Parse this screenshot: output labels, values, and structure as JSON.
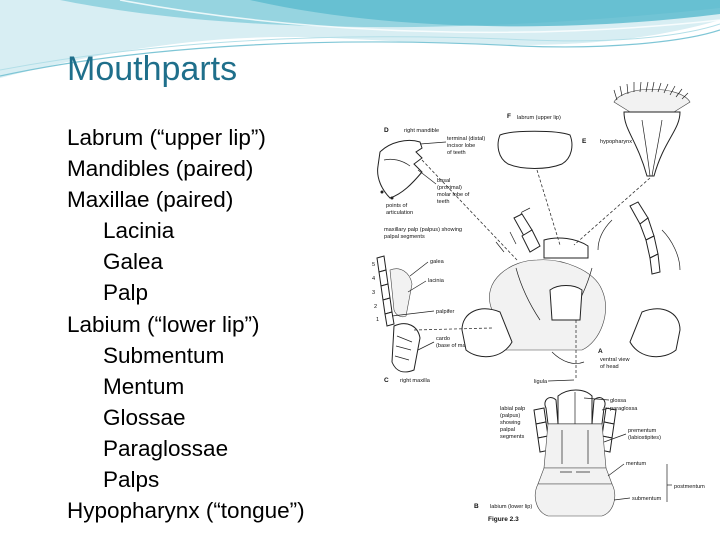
{
  "slide": {
    "title": "Mouthparts",
    "bullets": [
      {
        "text": "Labrum (“upper lip”)",
        "level": 1
      },
      {
        "text": "Mandibles (paired)",
        "level": 1
      },
      {
        "text": "Maxillae (paired)",
        "level": 1
      },
      {
        "text": "Lacinia",
        "level": 2
      },
      {
        "text": "Galea",
        "level": 2
      },
      {
        "text": "Palp",
        "level": 2
      },
      {
        "text": "Labium (“lower lip”)",
        "level": 1
      },
      {
        "text": "Submentum",
        "level": 2
      },
      {
        "text": "Mentum",
        "level": 2
      },
      {
        "text": "Glossae",
        "level": 2
      },
      {
        "text": "Paraglossae",
        "level": 2
      },
      {
        "text": "Palps",
        "level": 2
      },
      {
        "text": "Hypopharynx (“tongue”)",
        "level": 1
      }
    ]
  },
  "figure": {
    "panel_letters": {
      "a": "A",
      "b": "B",
      "c": "C",
      "d": "D",
      "e": "E",
      "f": "F"
    },
    "labels": {
      "labrum": "labrum (upper lip)",
      "hypopharynx": "hypopharynx",
      "right_mandible": "right mandible",
      "terminal_lobe_1": "terminal (distal)",
      "terminal_lobe_2": "incisor lobe",
      "terminal_lobe_3": "of teeth",
      "basal_lobe_1": "basal",
      "basal_lobe_2": "(proximal)",
      "basal_lobe_3": "molar lobe of",
      "basal_lobe_4": "teeth",
      "articulation_1": "points of",
      "articulation_2": "articulation",
      "maxillary_palp_1": "maxillary palp (palpus) showing",
      "maxillary_palp_2": "palpal segments",
      "galea": "galea",
      "lacinia": "lacinia",
      "palpifer": "palpifer",
      "cardo_1": "cardo",
      "cardo_2": "(base of maxilla)",
      "right_maxilla": "right maxilla",
      "ventral_view_1": "ventral view",
      "ventral_view_2": "of head",
      "ligula": "ligula",
      "labial_palp_1": "labial palp",
      "labial_palp_2": "(palpus)",
      "labial_palp_3": "showing",
      "labial_palp_4": "palpal",
      "labial_palp_5": "segments",
      "glossa": "glossa",
      "paraglossa": "paraglossa",
      "prementum_1": "prementum",
      "prementum_2": "(labiostipites)",
      "mentum": "mentum",
      "postmentum": "postmentum",
      "submentum": "submentum",
      "labium": "labium (lower lip)",
      "figure_caption": "Figure 2.3",
      "seg_1": "1",
      "seg_2": "2",
      "seg_3": "3",
      "seg_4": "4",
      "seg_5": "5"
    }
  }
}
